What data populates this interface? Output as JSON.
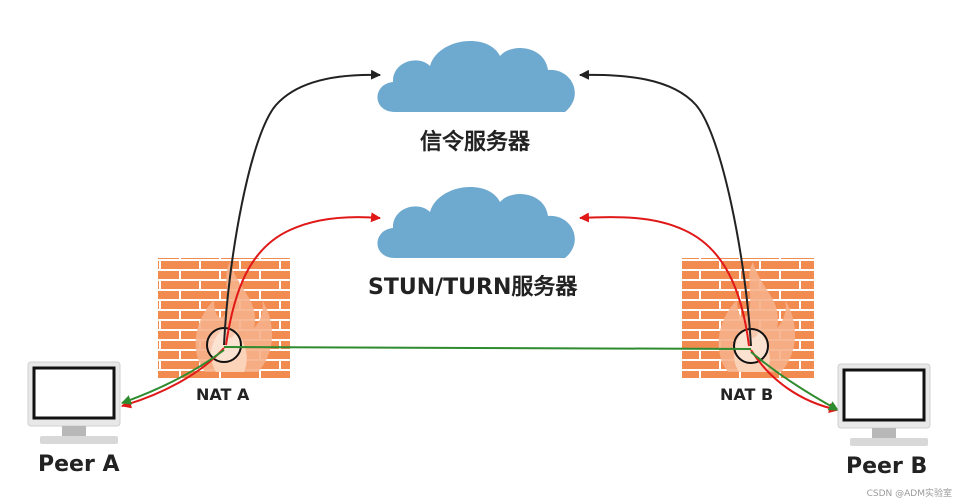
{
  "nodes": {
    "signal_server": "信令服务器",
    "stun_turn_server": "STUN/TURN服务器",
    "nat_a": "NAT A",
    "nat_b": "NAT B",
    "peer_a": "Peer A",
    "peer_b": "Peer B"
  },
  "watermark": "CSDN @ADM实验室",
  "colors": {
    "cloud": "#6ea9cf",
    "firewall_brick": "#f28b50",
    "signal_arrow": "#222222",
    "stun_arrow": "#e01818",
    "p2p_arrow": "#2e8b2e"
  },
  "icons": [
    "cloud-icon",
    "firewall-icon",
    "computer-icon"
  ]
}
